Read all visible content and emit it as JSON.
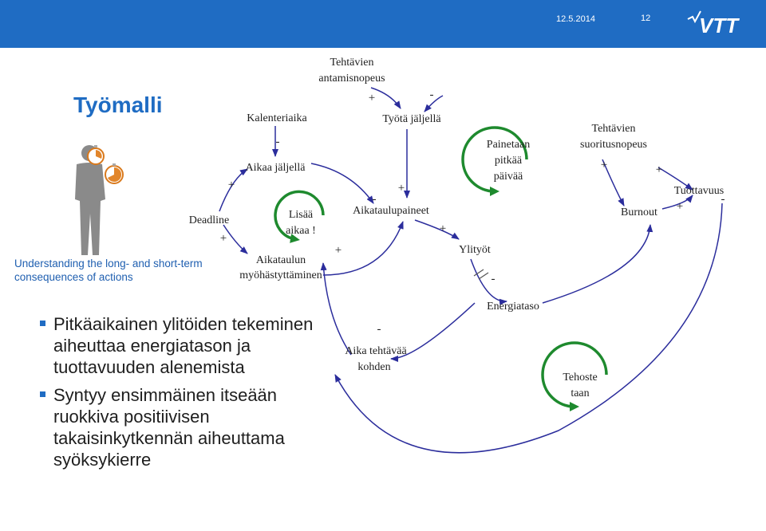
{
  "header": {
    "date": "12.5.2014",
    "page_number": "12",
    "logo_text": "VTT"
  },
  "slide": {
    "title": "Työmalli",
    "caption": "Understanding the long- and short-term consequences of actions",
    "bullets": [
      "Pitkäaikainen ylitöiden tekeminen aiheuttaa energiatason ja tuottavuuden alenemista",
      "Syntyy ensimmäinen itseään ruokkiva positiivisen takaisinkytkennän aiheuttama syöksykierre"
    ]
  },
  "diagram": {
    "variables": {
      "tehtavien_antamisnopeus_1": "Tehtävien",
      "tehtavien_antamisnopeus_2": "antamisnopeus",
      "tyota_jaljella": "Työtä jäljellä",
      "kalenteriaika": "Kalenteriaika",
      "aikaa_jaljella": "Aikaa jäljellä",
      "deadline": "Deadline",
      "aikataulupaineet": "Aikataulupaineet",
      "aikataulun_1": "Aikataulun",
      "aikataulun_2": "myöhästyttäminen",
      "ylityot": "Ylityöt",
      "energiataso": "Energiataso",
      "aika_tehtavaa_1": "Aika tehtävää",
      "aika_tehtavaa_2": "kohden",
      "tehtavien_suoritus_1": "Tehtävien",
      "tehtavien_suoritus_2": "suoritusnopeus",
      "burnout": "Burnout",
      "tuottavuus": "Tuottavuus"
    },
    "loops": {
      "lisaa_1": "Lisää",
      "lisaa_2": "aikaa !",
      "painetaan_1": "Painetaan",
      "painetaan_2": "pitkää",
      "painetaan_3": "päivää",
      "tehoste_1": "Tehoste",
      "tehoste_2": "taan"
    },
    "signs": {
      "plus": "+",
      "minus": "-"
    },
    "colors": {
      "arrow": "#2b2d9c",
      "loop": "#1e8a2e",
      "accent": "#1f6cc3",
      "delay_mark": "#555555"
    }
  }
}
